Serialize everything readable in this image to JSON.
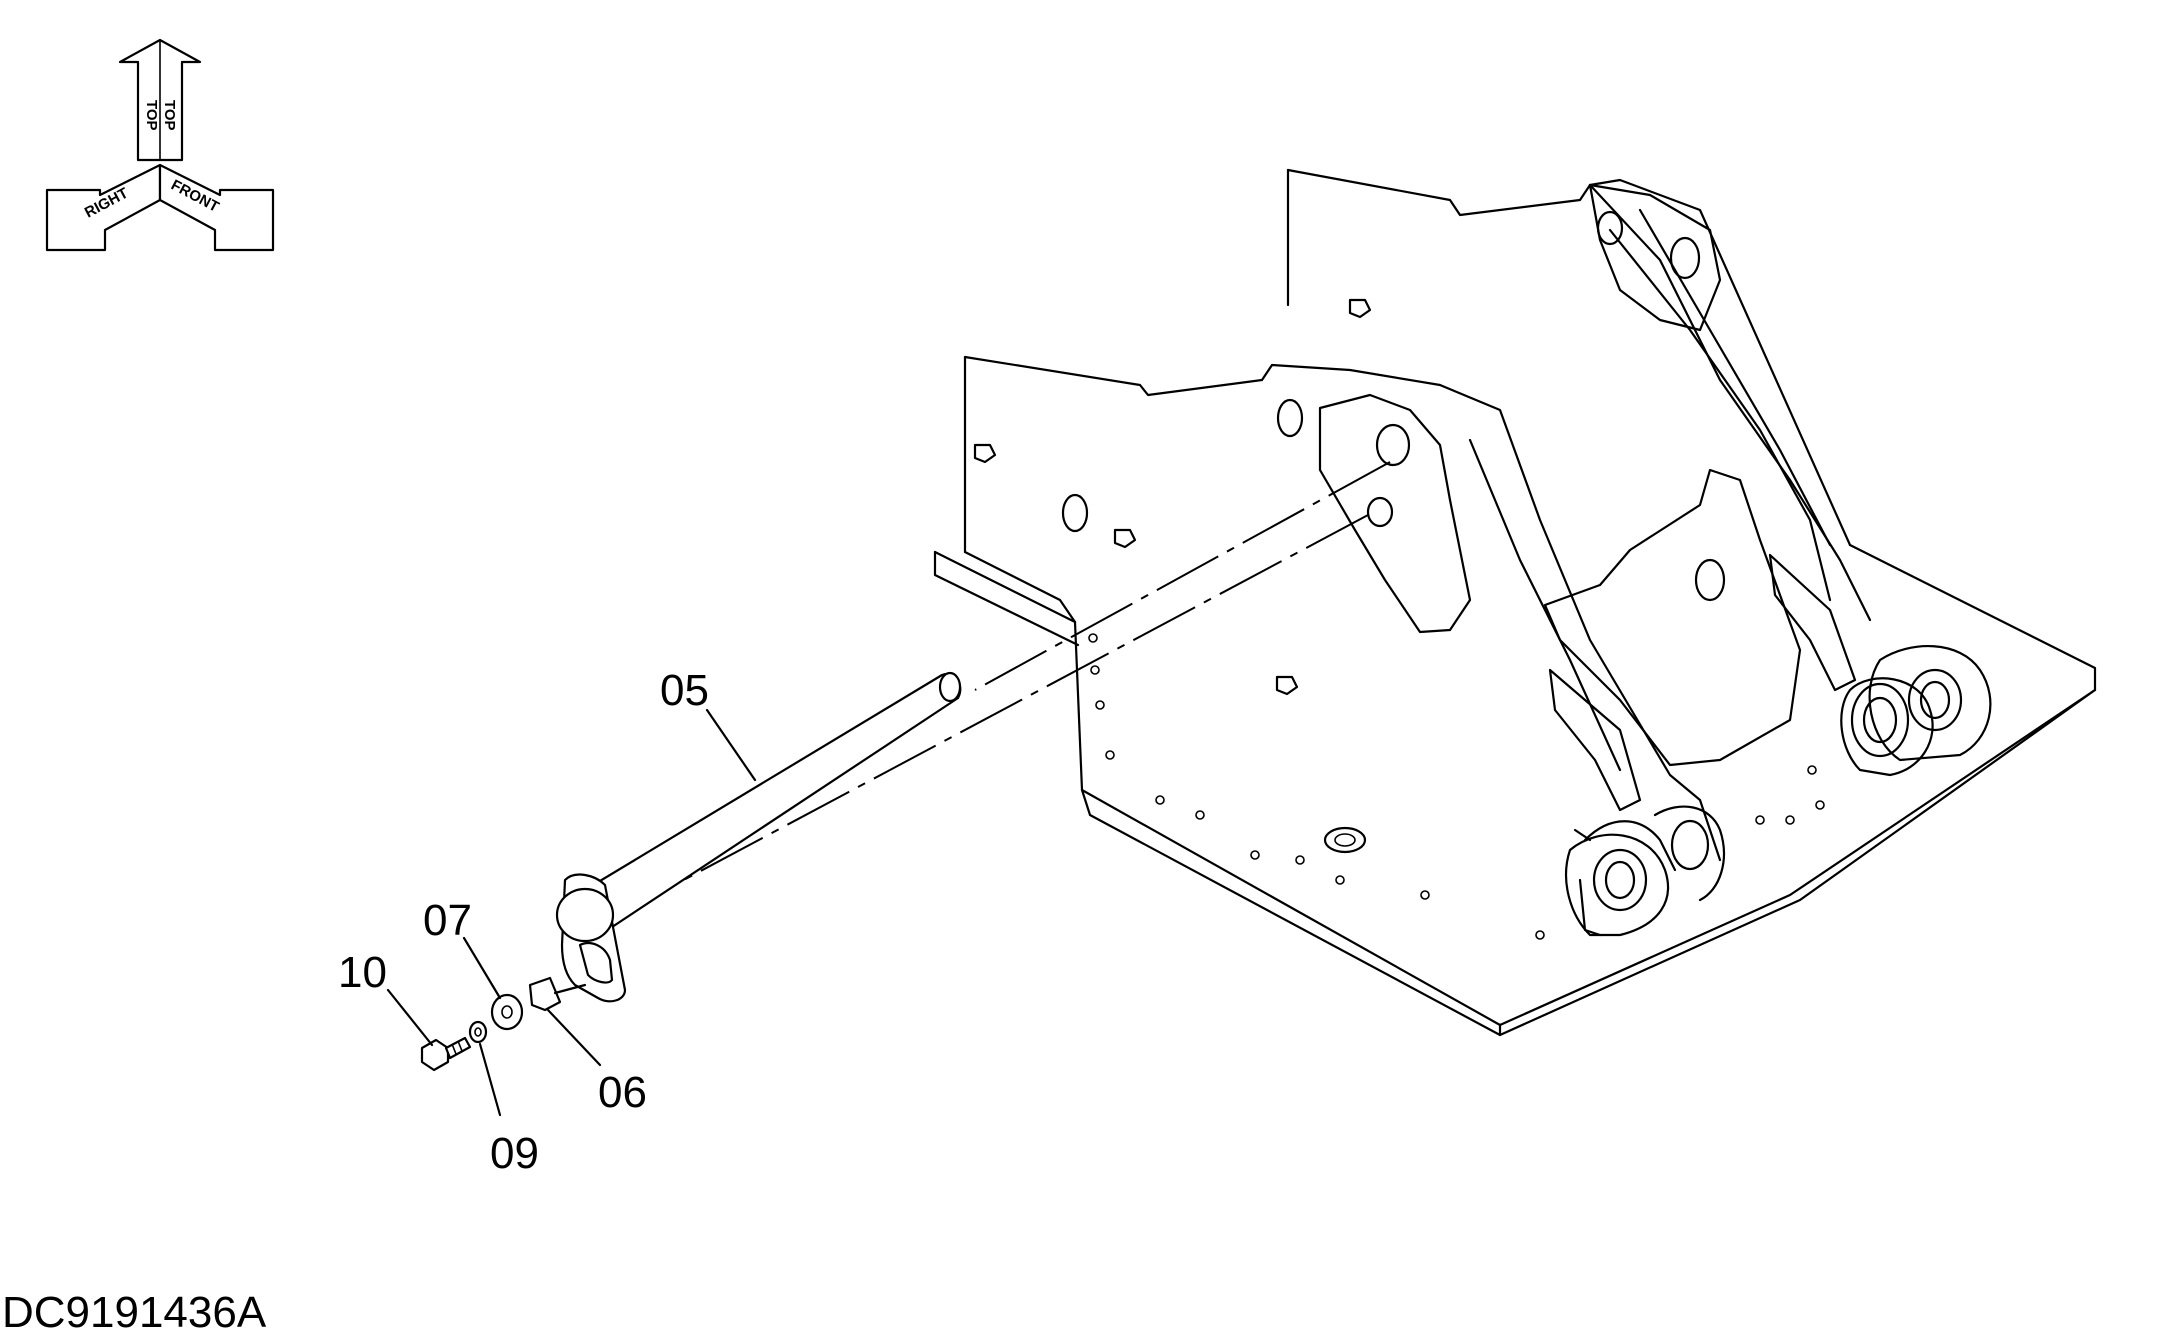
{
  "diagram_code": "DC9191436A",
  "orientation": {
    "top_label": "TOP",
    "right_label": "RIGHT",
    "front_label": "FRONT"
  },
  "callouts": [
    {
      "id": "part-05",
      "label": "05"
    },
    {
      "id": "part-07",
      "label": "07"
    },
    {
      "id": "part-10",
      "label": "10"
    },
    {
      "id": "part-06",
      "label": "06"
    },
    {
      "id": "part-09",
      "label": "09"
    }
  ]
}
